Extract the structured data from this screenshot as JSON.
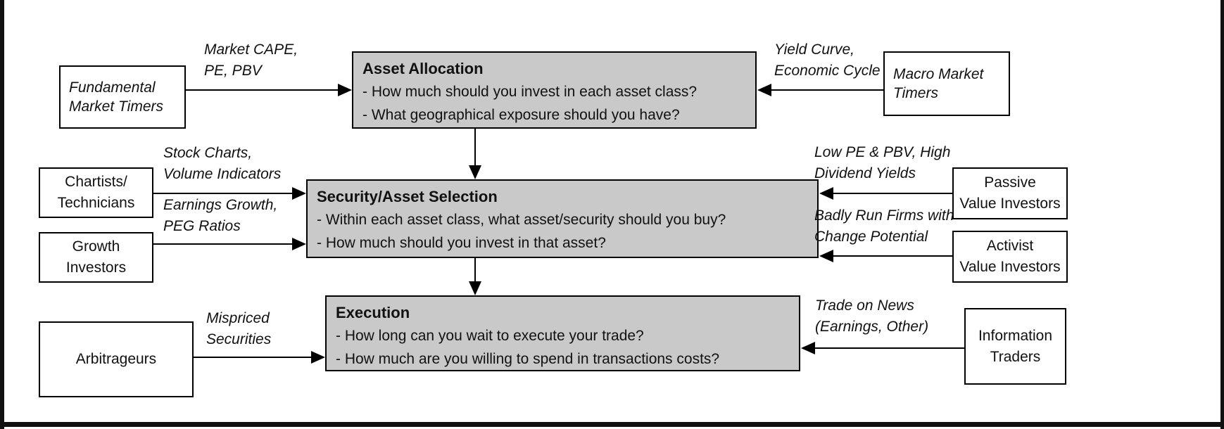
{
  "colors": {
    "stage_fill": "#c9c9c9",
    "box_fill": "#ffffff",
    "border": "#000000",
    "background": "#ffffff",
    "text": "#111111"
  },
  "stages": {
    "asset_allocation": {
      "title": "Asset Allocation",
      "bullets": [
        "- How much should you invest in each asset class?",
        "- What geographical exposure should you have?"
      ]
    },
    "security_selection": {
      "title": "Security/Asset Selection",
      "bullets": [
        "- Within each asset class, what asset/security should you buy?",
        "- How much should you invest in that asset?"
      ]
    },
    "execution": {
      "title": "Execution",
      "bullets": [
        "- How long can you wait to execute your trade?",
        "- How much are you willing to spend in transactions costs?"
      ]
    }
  },
  "actors": {
    "fundamental_market_timers": {
      "lines": [
        "Fundamental",
        "Market Timers"
      ]
    },
    "macro_market_timers": {
      "lines": [
        "Macro Market",
        "Timers"
      ]
    },
    "chartists_technicians": {
      "lines": [
        "Chartists/",
        "Technicians"
      ]
    },
    "growth_investors": {
      "lines": [
        "Growth",
        "Investors"
      ]
    },
    "passive_value_investors": {
      "lines": [
        "Passive",
        "Value Investors"
      ]
    },
    "activist_value_investors": {
      "lines": [
        "Activist",
        "Value Investors"
      ]
    },
    "arbitrageurs": {
      "lines": [
        "Arbitrageurs"
      ]
    },
    "information_traders": {
      "lines": [
        "Information",
        "Traders"
      ]
    }
  },
  "edge_labels": {
    "market_cape": {
      "lines": [
        "Market CAPE,",
        "PE, PBV"
      ]
    },
    "yield_curve": {
      "lines": [
        "Yield Curve,",
        "Economic Cycle"
      ]
    },
    "stock_charts": {
      "lines": [
        "Stock Charts,",
        "Volume Indicators"
      ]
    },
    "earnings_growth": {
      "lines": [
        "Earnings Growth,",
        "PEG Ratios"
      ]
    },
    "low_pe_pbv": {
      "lines": [
        "Low PE & PBV, High",
        "Dividend Yields"
      ]
    },
    "badly_run_firms": {
      "lines": [
        "Badly Run Firms with",
        "Change Potential"
      ]
    },
    "mispriced_securities": {
      "lines": [
        "Mispriced",
        "Securities"
      ]
    },
    "trade_on_news": {
      "lines": [
        "Trade on News",
        "(Earnings, Other)"
      ]
    }
  }
}
